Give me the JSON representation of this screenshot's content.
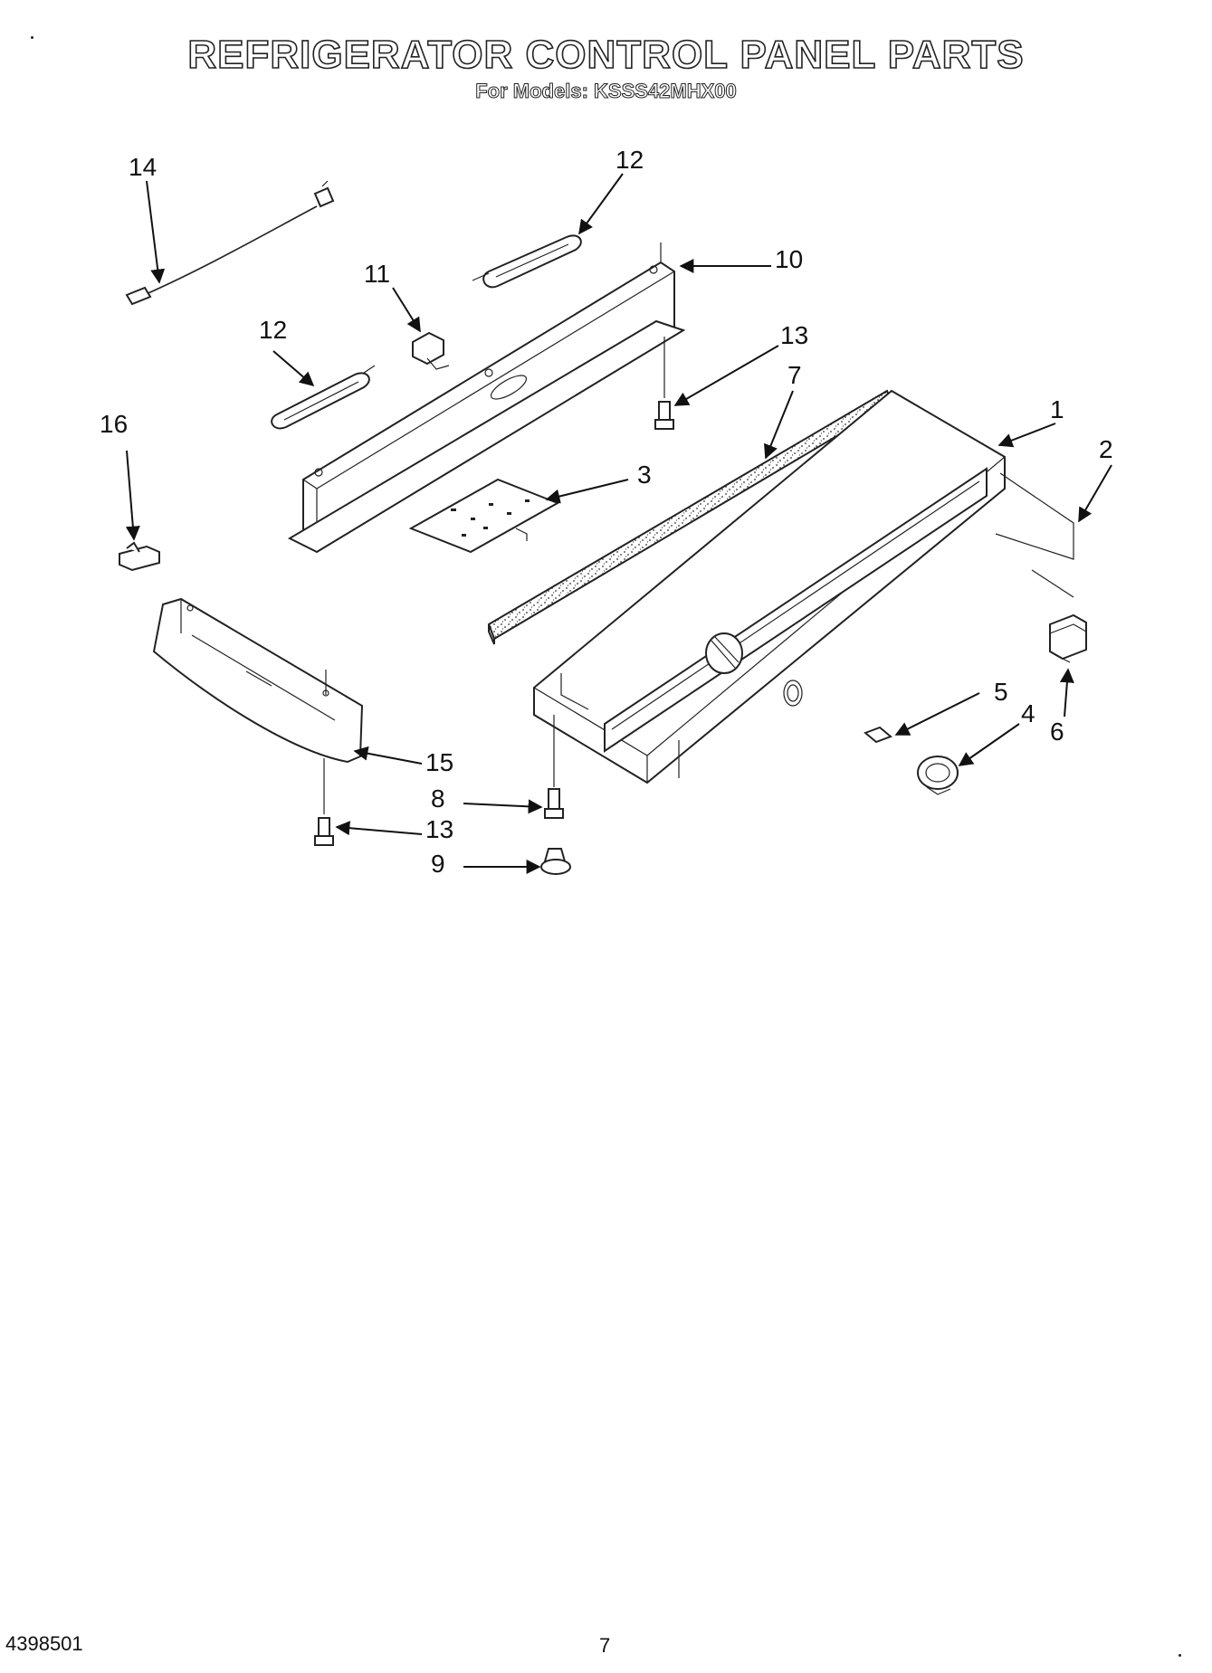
{
  "header": {
    "title": "REFRIGERATOR CONTROL PANEL PARTS",
    "subtitle": "For Models: KSSS42MHX00"
  },
  "footer": {
    "document_number": "4398501",
    "page_number": "7"
  },
  "callouts": {
    "c1": "1",
    "c2": "2",
    "c3": "3",
    "c4": "4",
    "c5": "5",
    "c6": "6",
    "c7": "7",
    "c8": "8",
    "c9": "9",
    "c10": "10",
    "c11": "11",
    "c12a": "12",
    "c12b": "12",
    "c13a": "13",
    "c13b": "13",
    "c14": "14",
    "c15": "15",
    "c16": "16"
  }
}
